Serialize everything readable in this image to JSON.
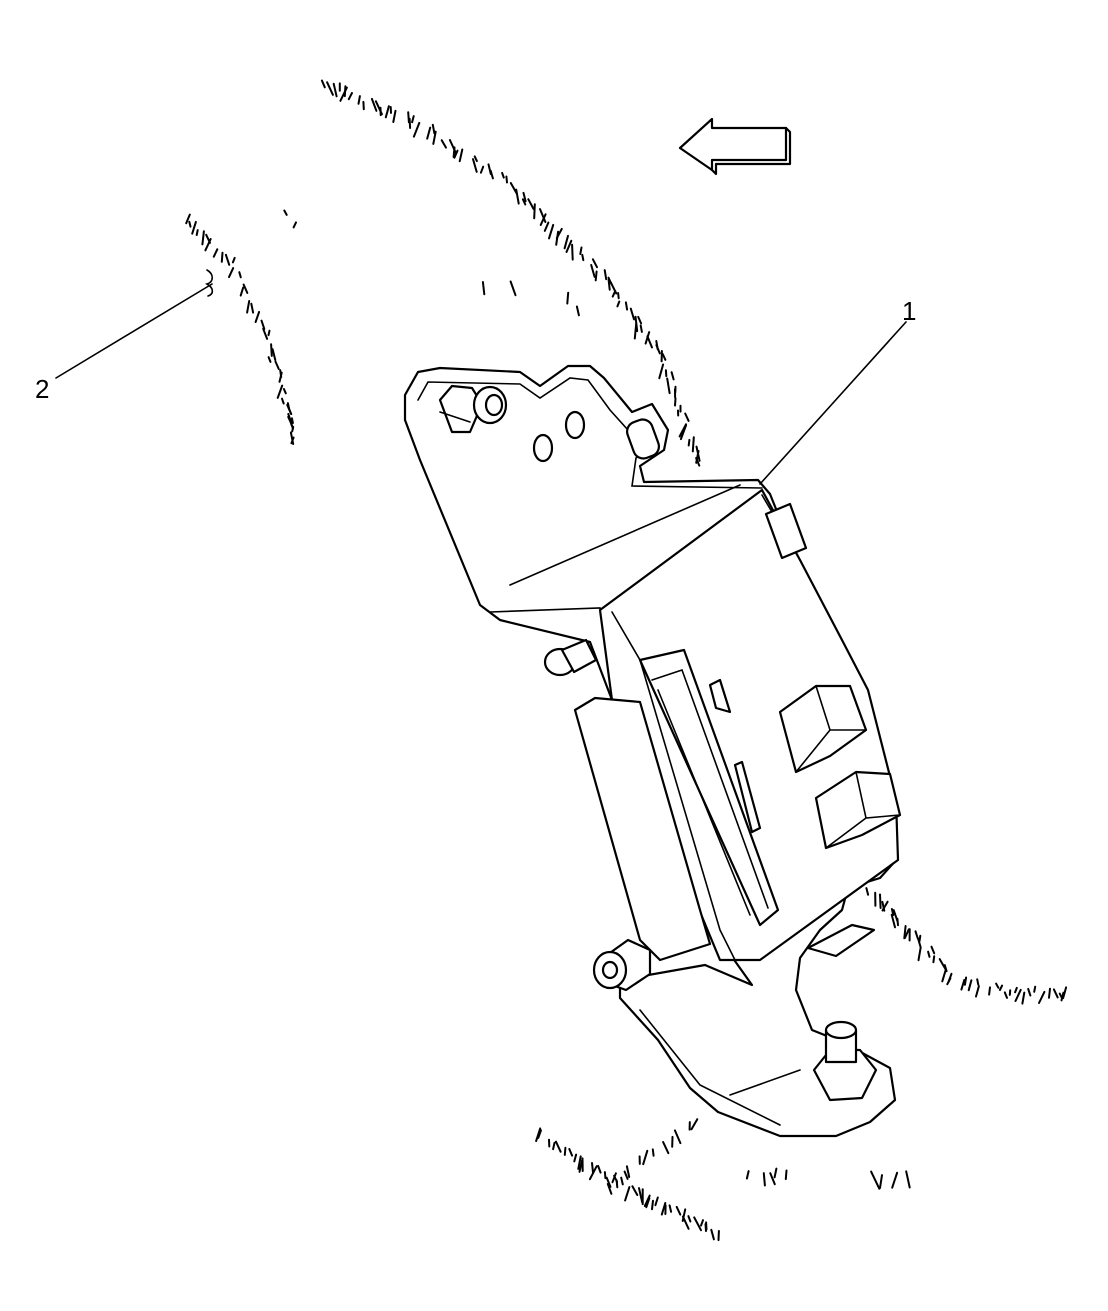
{
  "callouts": [
    {
      "id": "1",
      "label": "1"
    },
    {
      "id": "2",
      "label": "2"
    }
  ],
  "icons": {
    "direction_arrow": "left-arrow-icon"
  },
  "colors": {
    "line": "#000000",
    "background": "#ffffff"
  }
}
